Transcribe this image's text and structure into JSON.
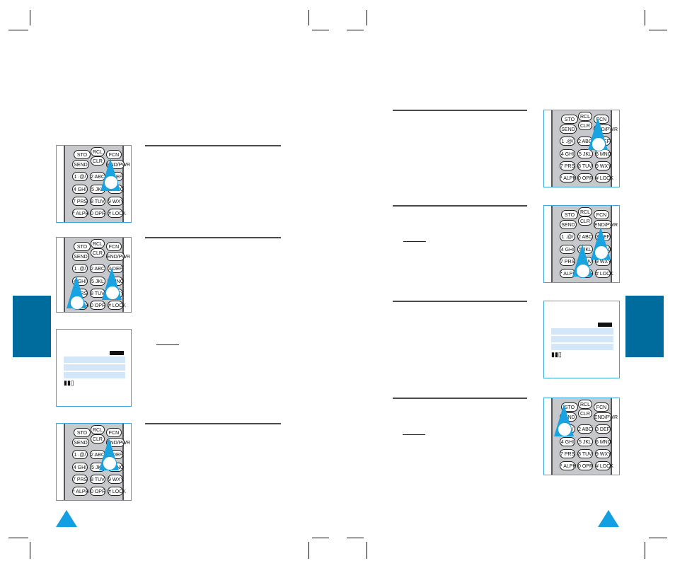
{
  "keypad": {
    "stop": "STO",
    "recall": "RCL",
    "function": "FCN",
    "send": "SEND",
    "clear": "CLR",
    "end": "END/PWR",
    "k1": "1 .@/",
    "k2": "2 ABC",
    "k3": "3 DEF",
    "k4": "4 GHI",
    "k5": "5 JKL",
    "k6": "6 MNO",
    "k7": "7 PRS",
    "k8": "8 TUV",
    "k9": "9 WXY",
    "kstar": "* ALPH",
    "k0": "0 OPR",
    "khash": "# LOCK"
  },
  "colors": {
    "accent": "#19a3e0",
    "tab": "#006c9e",
    "lcd": "#d4e7f8"
  },
  "icons": {
    "battery": "▮▮▯"
  }
}
